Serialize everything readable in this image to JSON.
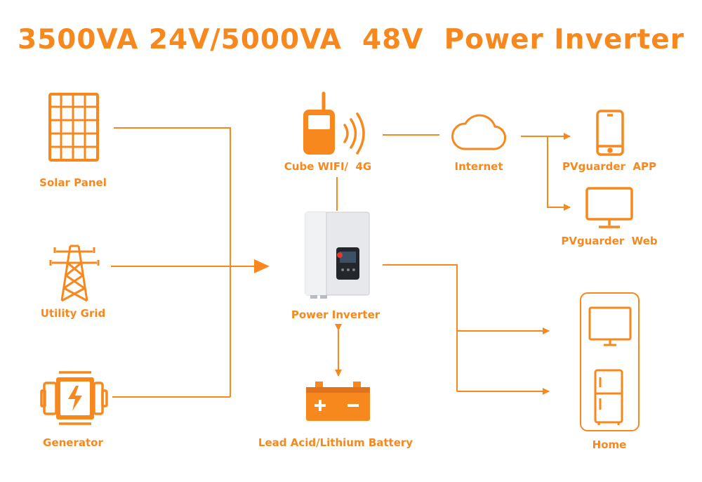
{
  "title": "3500VA 24V/5000VA  48V  Power Inverter",
  "colors": {
    "accent": "#F7881E",
    "background": "#FFFFFF",
    "inverter_body": "#E6E8EB"
  },
  "nodes": {
    "solar_panel": {
      "label": "Solar Panel",
      "icon": "solar-panel-icon"
    },
    "utility_grid": {
      "label": "Utility Grid",
      "icon": "transmission-tower-icon"
    },
    "generator": {
      "label": "Generator",
      "icon": "generator-icon"
    },
    "wifi": {
      "label": "Cube WIFI/  4G",
      "icon": "wifi-dongle-icon"
    },
    "internet": {
      "label": "Internet",
      "icon": "cloud-icon"
    },
    "app": {
      "label": "PVguarder  APP",
      "icon": "smartphone-icon"
    },
    "web": {
      "label": "PVguarder  Web",
      "icon": "monitor-icon"
    },
    "inverter": {
      "label": "Power Inverter",
      "icon": "inverter-device"
    },
    "battery": {
      "label": "Lead Acid/Lithium Battery",
      "icon": "battery-icon"
    },
    "home": {
      "label": "Home",
      "icon": "home-appliances-icon"
    }
  }
}
